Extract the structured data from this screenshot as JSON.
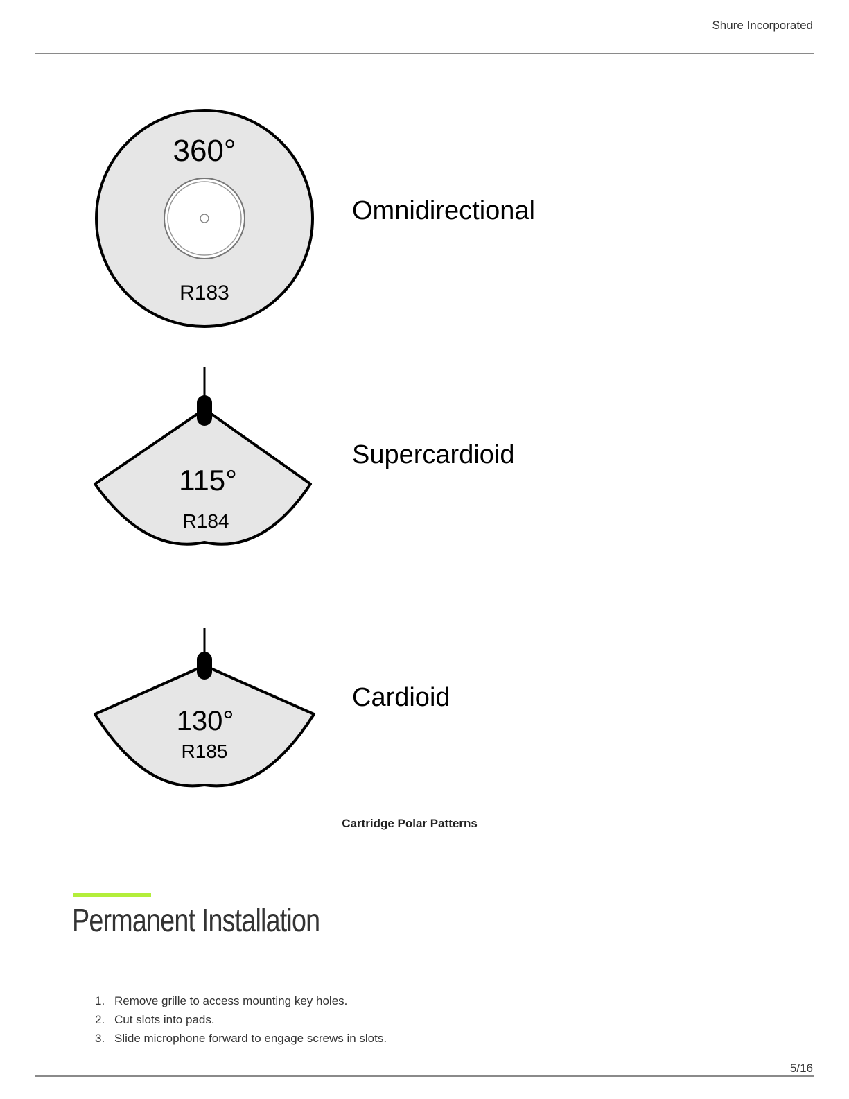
{
  "header": {
    "company": "Shure Incorporated"
  },
  "figure": {
    "patterns": [
      {
        "angle": "360°",
        "model": "R183",
        "label": "Omnidirectional"
      },
      {
        "angle": "115°",
        "model": "R184",
        "label": "Supercardioid"
      },
      {
        "angle": "130°",
        "model": "R185",
        "label": "Cardioid"
      }
    ],
    "caption": "Cartridge Polar Patterns"
  },
  "section": {
    "title": "Permanent Installation",
    "accent_color": "#b3ee3a",
    "steps": [
      {
        "num": "1.",
        "text": "Remove grille to access mounting key holes."
      },
      {
        "num": "2.",
        "text": "Cut slots into pads."
      },
      {
        "num": "3.",
        "text": "Slide microphone forward to engage screws in slots."
      }
    ]
  },
  "footer": {
    "page": "5/16"
  }
}
